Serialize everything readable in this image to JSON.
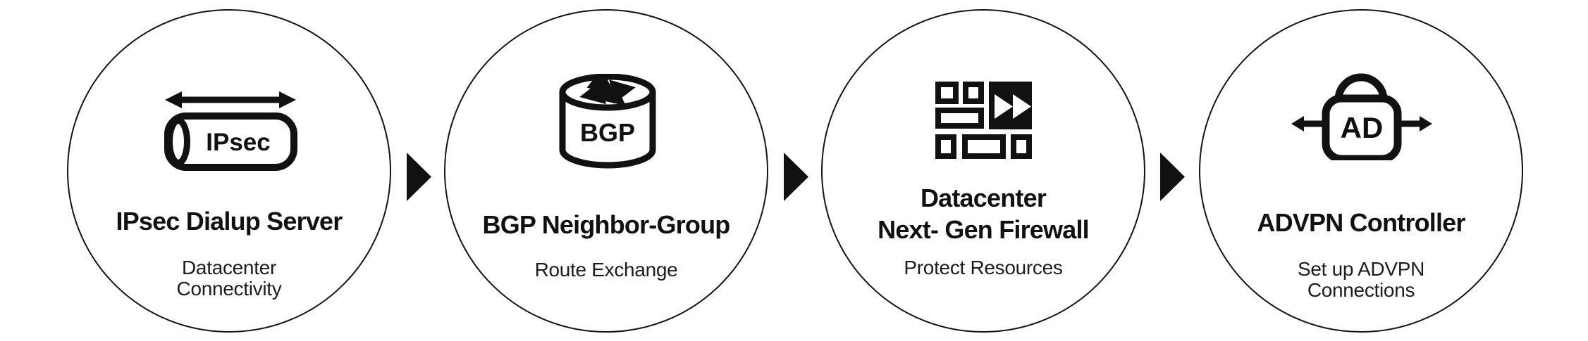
{
  "colors": {
    "ink": "#111111",
    "subtext": "#1c1c1c",
    "background": "#ffffff"
  },
  "diagram": {
    "type": "process-flow",
    "connector_icon": "flow-arrow-right-icon",
    "connector_count": 3
  },
  "steps": [
    {
      "icon": "ipsec-tunnel-icon",
      "icon_label": "IPsec",
      "title_lines": [
        "IPsec Dialup Server"
      ],
      "subtitle_lines": [
        "Datacenter",
        "Connectivity"
      ]
    },
    {
      "icon": "bgp-router-icon",
      "icon_label": "BGP",
      "title_lines": [
        "BGP Neighbor-Group"
      ],
      "subtitle_lines": [
        "Route Exchange"
      ]
    },
    {
      "icon": "firewall-icon",
      "icon_label": "",
      "title_lines": [
        "Datacenter",
        "Next- Gen Firewall"
      ],
      "subtitle_lines": [
        "Protect Resources"
      ]
    },
    {
      "icon": "advpn-lock-icon",
      "icon_label": "AD",
      "title_lines": [
        "ADVPN Controller"
      ],
      "subtitle_lines": [
        "Set up ADVPN",
        "Connections"
      ]
    }
  ]
}
